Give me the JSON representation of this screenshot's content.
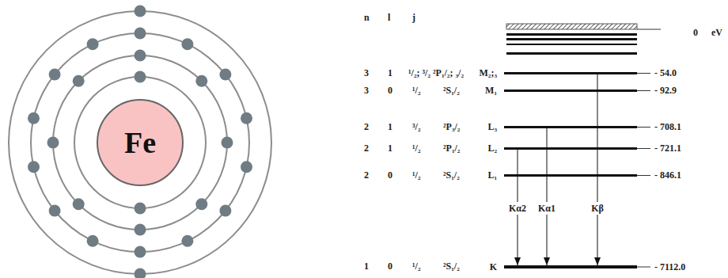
{
  "diagram": {
    "nodes": [
      {
        "text": [
          "Fe"
        ]
      },
      {
        "text": [
          "M₂;₃",
          "- 54.0"
        ]
      },
      {
        "text": [
          "M₁",
          "- 92.9"
        ]
      },
      {
        "text": [
          "L₃",
          "- 708.1"
        ]
      },
      {
        "text": [
          "L₂",
          "- 721.1"
        ]
      },
      {
        "text": [
          "L₁",
          "- 846.1"
        ]
      },
      {
        "text": [
          "K",
          "- 7112.0"
        ]
      }
    ],
    "edges": [
      {
        "from": 4,
        "to": 6,
        "arrow": "to",
        "label": "Kα2"
      },
      {
        "from": 3,
        "to": 6,
        "arrow": "to",
        "label": "Kα1"
      },
      {
        "from": 1,
        "to": 6,
        "arrow": "to",
        "label": "Kβ"
      }
    ],
    "labels": [
      "n",
      "l",
      "j",
      "0",
      "eV",
      "3",
      "1",
      "¹/₂; ³/₂",
      "²P₁/₂; ₃/₂",
      "3",
      "0",
      "¹/₂",
      "²S₁/₂",
      "2",
      "1",
      "³/₂",
      "²P₃/₂",
      "2",
      "1",
      "¹/₂",
      "²P₁/₂",
      "2",
      "0",
      "¹/₂",
      "²S₁/₂",
      "1",
      "0",
      "¹/₂",
      "²S₁/₂"
    ]
  }
}
